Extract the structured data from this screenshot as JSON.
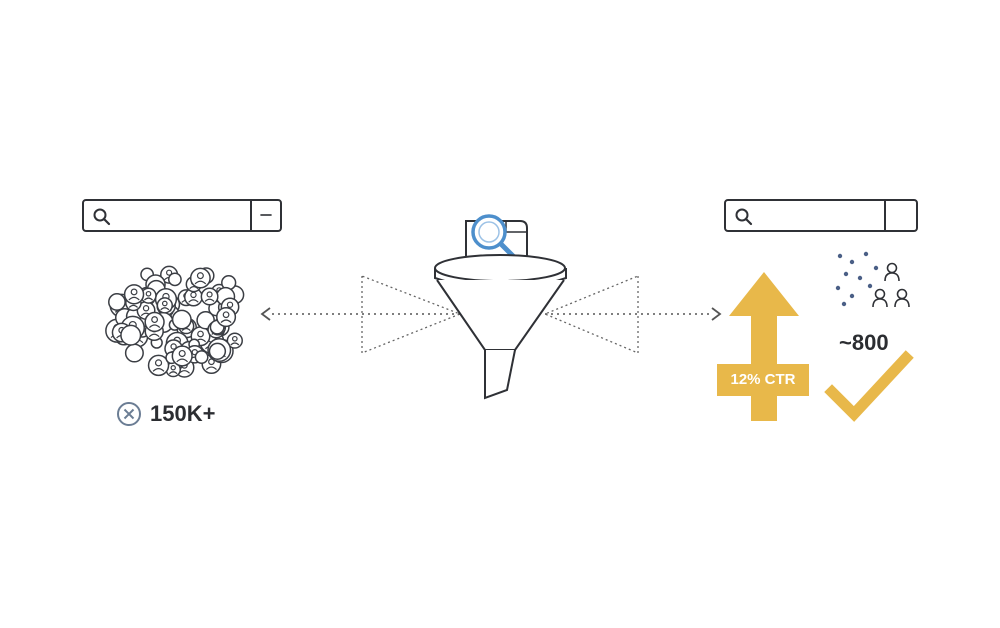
{
  "left": {
    "count_text": "150K+",
    "status_icon": "x-circle-icon"
  },
  "right": {
    "count_text": "~800",
    "ctr_text": "12% CTR",
    "status_icon": "checkmark-icon"
  },
  "center": {
    "icon": "funnel-icon",
    "search_icon": "magnifier-icon"
  },
  "colors": {
    "line": "#2f3136",
    "accent": "#e8b84a",
    "highlight": "#4d8fcc",
    "dot": "#4a5f86"
  }
}
